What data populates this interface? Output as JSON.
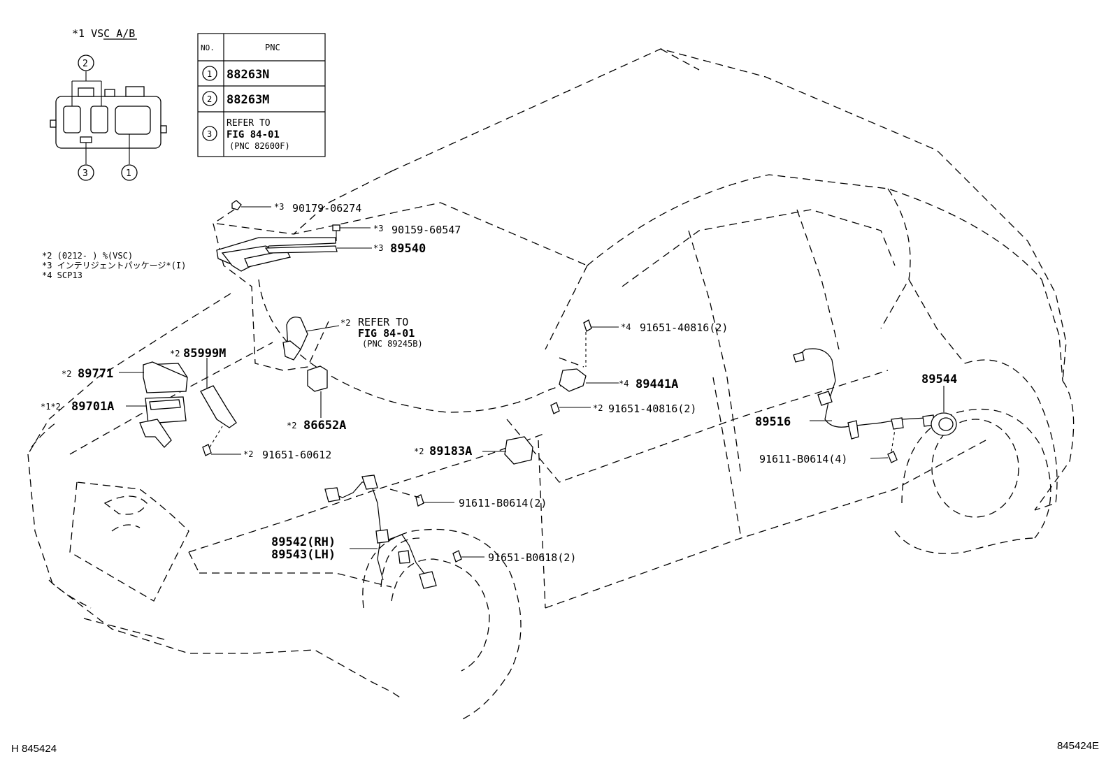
{
  "inset": {
    "title": "*1 VSC A/B",
    "callouts": [
      "1",
      "2",
      "3"
    ]
  },
  "pnc_table": {
    "headers": [
      "NO.",
      "PNC"
    ],
    "rows": [
      {
        "no": "1",
        "pnc": "88263N"
      },
      {
        "no": "2",
        "pnc": "88263M"
      },
      {
        "no": "3",
        "pnc_lines": [
          "REFER TO",
          "FIG 84-01",
          "(PNC 82600F)"
        ]
      }
    ]
  },
  "notes": [
    "*2 (0212-      ) %(VSC)",
    "*3 インテリジェントパッケージ*(I)",
    "*4 SCP13"
  ],
  "labels": {
    "p90179": {
      "mark": "*3",
      "text": "90179-06274"
    },
    "p90159": {
      "mark": "*3",
      "text": "90159-60547"
    },
    "p89540": {
      "mark": "*3",
      "text": "89540"
    },
    "refer_sensor": {
      "mark": "*2",
      "lines": [
        "REFER TO",
        "FIG 84-01",
        "(PNC 89245B)"
      ]
    },
    "p85999M": {
      "mark": "*2",
      "text": "85999M"
    },
    "p89771": {
      "mark": "*2",
      "text": "89771"
    },
    "p89701A": {
      "mark": "*1*2",
      "text": "89701A"
    },
    "p86652A": {
      "mark": "*2",
      "text": "86652A"
    },
    "p91651_60612": {
      "mark": "*2",
      "text": "91651-60612"
    },
    "p89183A": {
      "mark": "*2",
      "text": "89183A"
    },
    "p91651_40816_top": {
      "mark": "*4",
      "text": "91651-40816(2)"
    },
    "p89441A": {
      "mark": "*4",
      "text": "89441A"
    },
    "p91651_40816_bot": {
      "mark": "*2",
      "text": "91651-40816(2)"
    },
    "p89544": {
      "text": "89544"
    },
    "p89516": {
      "text": "89516"
    },
    "p91611_B0614_4": {
      "text": "91611-B0614(4)"
    },
    "p91611_B0614_2": {
      "text": "91611-B0614(2)"
    },
    "p89542": {
      "text": "89542(RH)"
    },
    "p89543": {
      "text": "89543(LH)"
    },
    "p91651_B0618": {
      "text": "91651-B0618(2)"
    }
  },
  "footer": {
    "left": "H 845424",
    "right": "845424E"
  }
}
